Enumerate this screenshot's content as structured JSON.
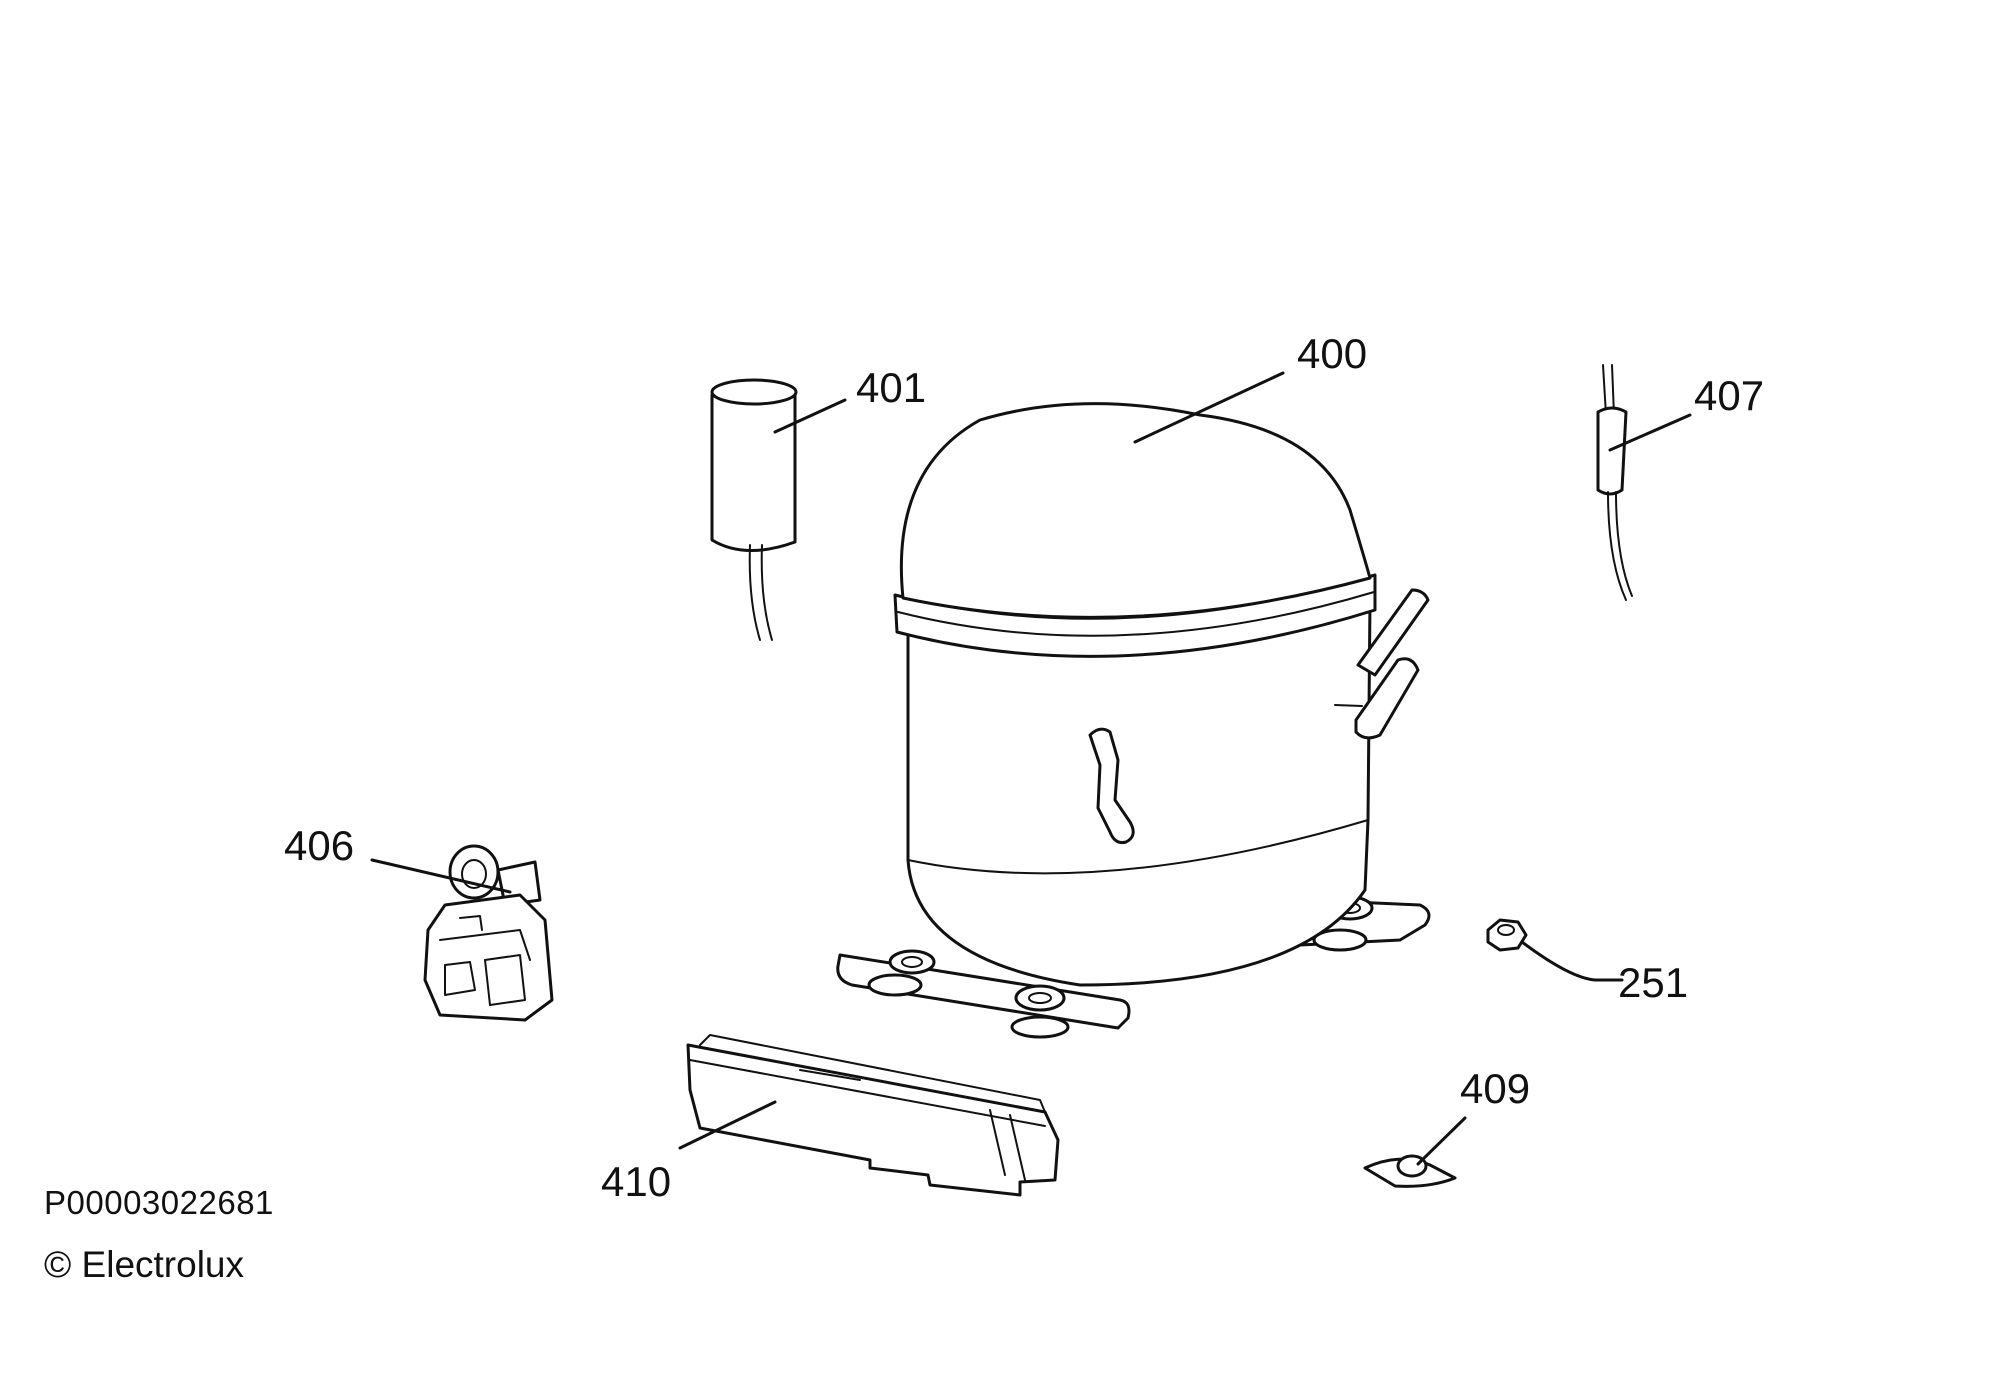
{
  "parts": [
    {
      "id": "part-400",
      "number": "400"
    },
    {
      "id": "part-401",
      "number": "401"
    },
    {
      "id": "part-407",
      "number": "407"
    },
    {
      "id": "part-406",
      "number": "406"
    },
    {
      "id": "part-251",
      "number": "251"
    },
    {
      "id": "part-409",
      "number": "409"
    },
    {
      "id": "part-410",
      "number": "410"
    }
  ],
  "footer": {
    "drawing_code": "P00003022681",
    "copyright": "© Electrolux"
  },
  "colors": {
    "line": "#111111",
    "background": "#ffffff"
  }
}
